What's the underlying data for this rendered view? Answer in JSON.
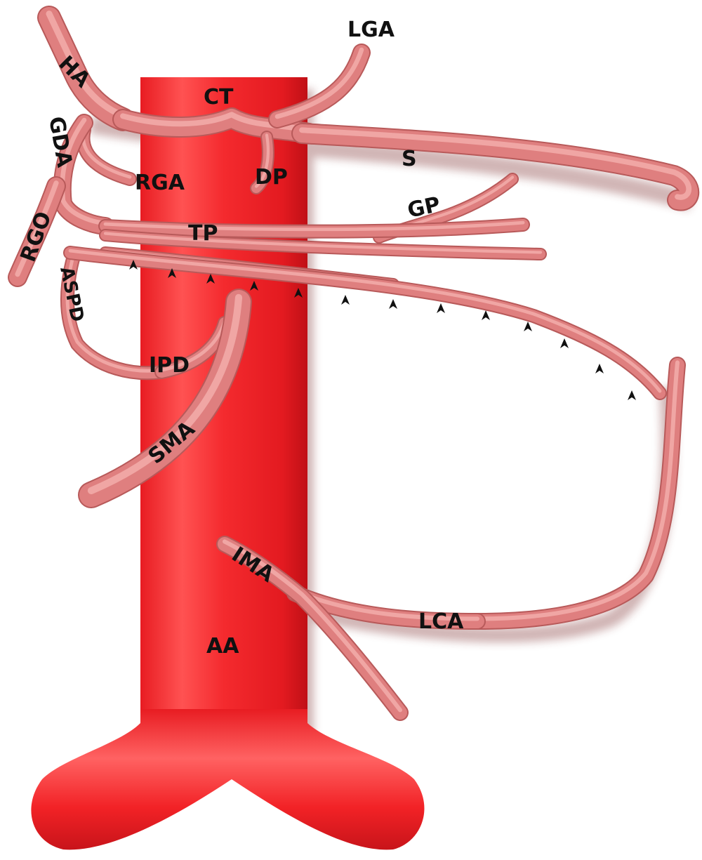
{
  "diagram": {
    "labels": {
      "ha": "HA",
      "ct": "CT",
      "lga": "LGA",
      "gda": "GDA",
      "rga": "RGA",
      "dp": "DP",
      "s": "S",
      "gp": "GP",
      "tp": "TP",
      "rgo": "RGO",
      "aspd": "ASPD",
      "ipd": "IPD",
      "sma": "SMA",
      "ima": "IMA",
      "lca": "LCA",
      "aa": "AA"
    },
    "arrowhead_count": 13,
    "colors": {
      "aorta": "#f0262a",
      "aorta_dark": "#c8141a",
      "aorta_light": "#ff6a6a",
      "vessel": "#df7f7f",
      "vessel_dark": "#b85a5a",
      "vessel_light": "#f4b0ae",
      "arrow": "#111111"
    }
  }
}
